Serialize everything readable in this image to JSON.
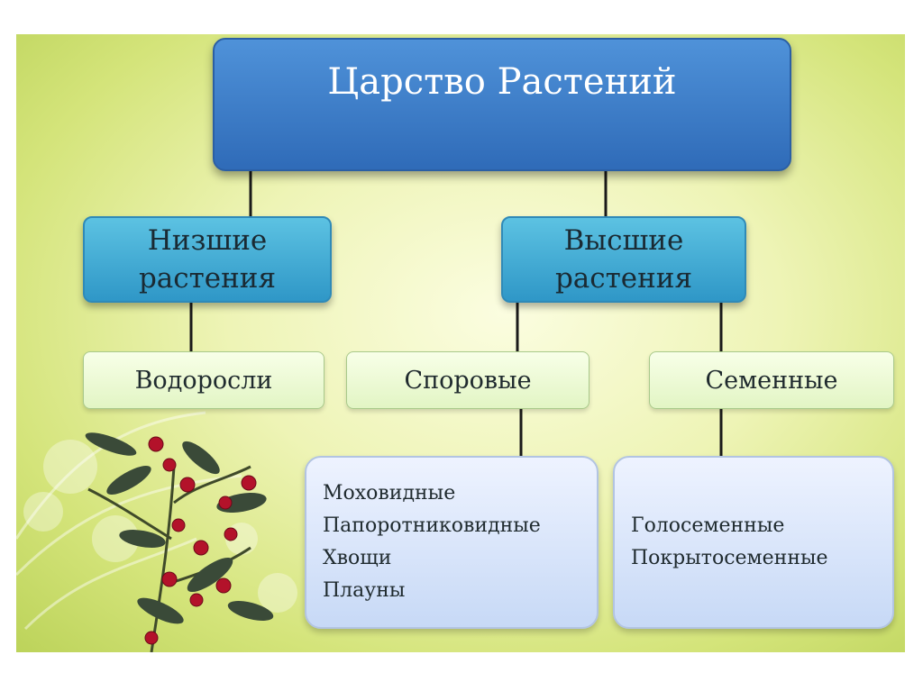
{
  "diagram": {
    "root": "Царство Растений",
    "lower_plants": {
      "line1": "Низшие",
      "line2": "растения"
    },
    "higher_plants": {
      "line1": "Высшие",
      "line2": "растения"
    },
    "algae": "Водоросли",
    "spore": "Споровые",
    "seed": "Семенные",
    "spore_items": [
      "Моховидные",
      "Папоротниковидные",
      "Хвощи",
      "Плауны"
    ],
    "seed_items": [
      "Голосеменные",
      "Покрытосеменные"
    ]
  },
  "colors": {
    "root_fill": "#3b7fcc",
    "level1_fill": "#3aa9d4",
    "level2_fill": "#eaf8d4",
    "level3_fill": "#d9e5fb",
    "background": "#e6f0a0",
    "connector": "#1a1a1a",
    "berry": "#b3122a"
  }
}
